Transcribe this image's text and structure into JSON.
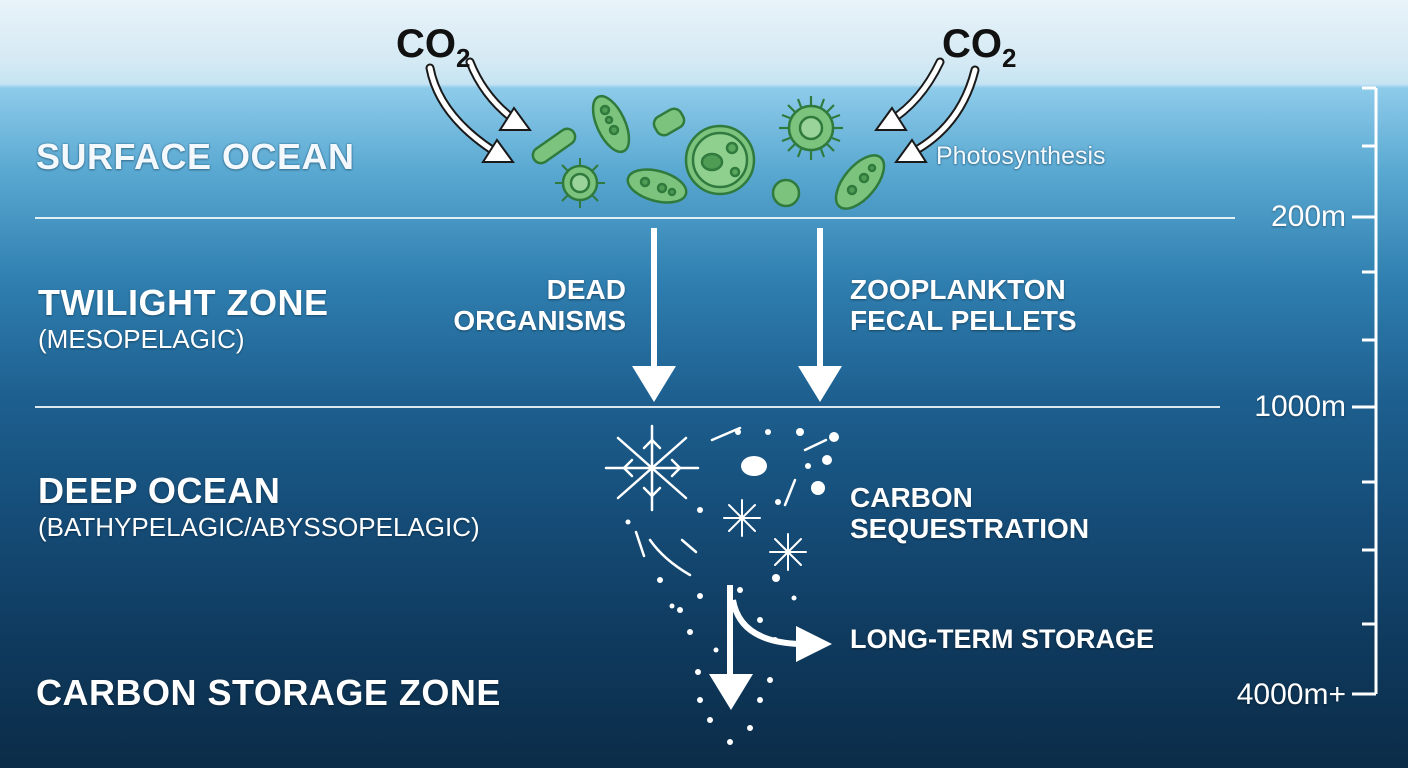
{
  "zones": {
    "surface": {
      "title": "SURFACE OCEAN"
    },
    "twilight": {
      "title": "TWILIGHT ZONE",
      "subtitle": "(MESOPELAGIC)"
    },
    "deep": {
      "title": "DEEP OCEAN",
      "subtitle": "(BATHYPELAGIC/ABYSSOPELAGIC)"
    },
    "storage": {
      "title": "CARBON STORAGE ZONE"
    }
  },
  "co2": {
    "main": "CO",
    "subscript": "2"
  },
  "labels": {
    "photosynthesis": "Photosynthesis",
    "dead_line1": "DEAD",
    "dead_line2": "ORGANISMS",
    "zoo_line1": "ZOOPLANKTON",
    "zoo_line2": "FECAL PELLETS",
    "carbon_line1": "CARBON",
    "carbon_line2": "SEQUESTRATION",
    "long_term": "LONG-TERM STORAGE"
  },
  "depths": {
    "d200": "200m",
    "d1000": "1000m",
    "d4000": "4000m+"
  },
  "colors": {
    "phytoplankton_fill": "#7cc47d",
    "phytoplankton_stroke": "#2f7a3c",
    "surface_band": "#e8f3f9",
    "deep_water": "#0b2c48"
  }
}
